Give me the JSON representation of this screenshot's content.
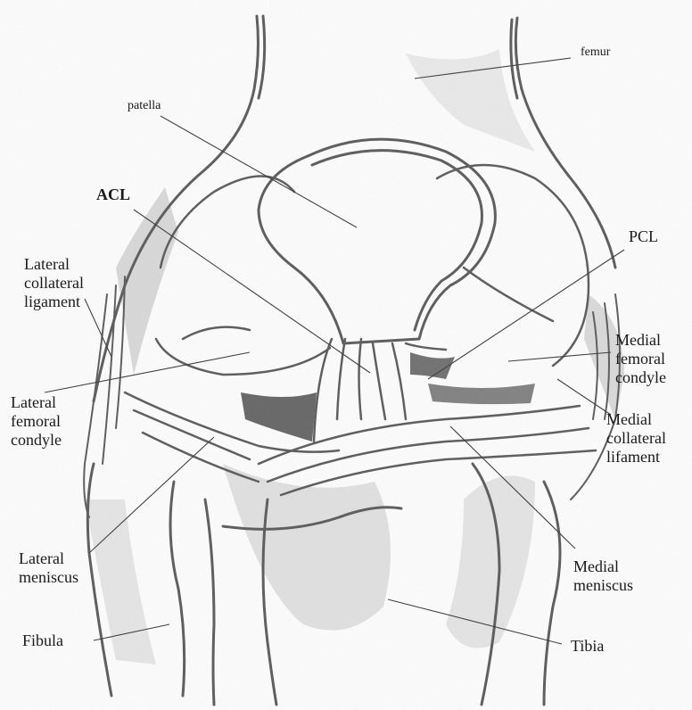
{
  "labels": {
    "femur": "femur",
    "patella": "patella",
    "acl": "ACL",
    "pcl": "PCL",
    "lateral_collateral": [
      "Lateral",
      "collateral",
      "ligament"
    ],
    "lateral_femoral": [
      "Lateral",
      "femoral",
      "condyle"
    ],
    "medial_femoral": [
      "Medial",
      "femoral",
      "condyle"
    ],
    "medial_collateral": [
      "Medial",
      "collateral",
      "lifament"
    ],
    "lateral_meniscus": [
      "Lateral",
      "meniscus"
    ],
    "medial_meniscus": [
      "Medial",
      "meniscus"
    ],
    "fibula": "Fibula",
    "tibia": "Tibia"
  },
  "colors": {
    "paper": "#fdfdfd",
    "pencil": "#5a5a5a",
    "shade": "#bdbdbd",
    "dark_shade": "#3f3f3f",
    "ink": "#1a1a1a"
  }
}
